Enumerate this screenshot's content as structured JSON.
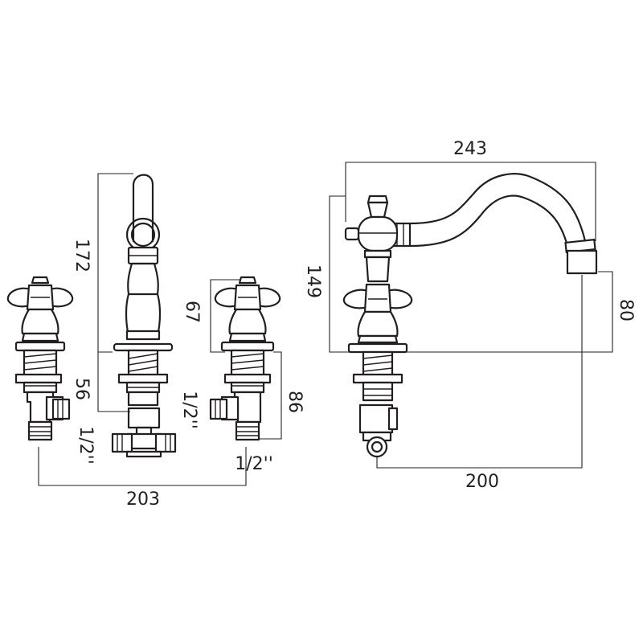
{
  "dimensions": {
    "spout_height": "172",
    "handle_height": "67",
    "body_depth": "56",
    "inlet_depth": "86",
    "center_spacing": "203",
    "inlet_center_left": "1/2''",
    "inlet_mid": "1/2''",
    "inlet_right": "1/2''",
    "spout_reach": "243",
    "spout_side_height": "149",
    "outlet_height": "80",
    "outlet_offset": "200"
  },
  "colors": {
    "line": "#231f20",
    "background": "#ffffff"
  }
}
